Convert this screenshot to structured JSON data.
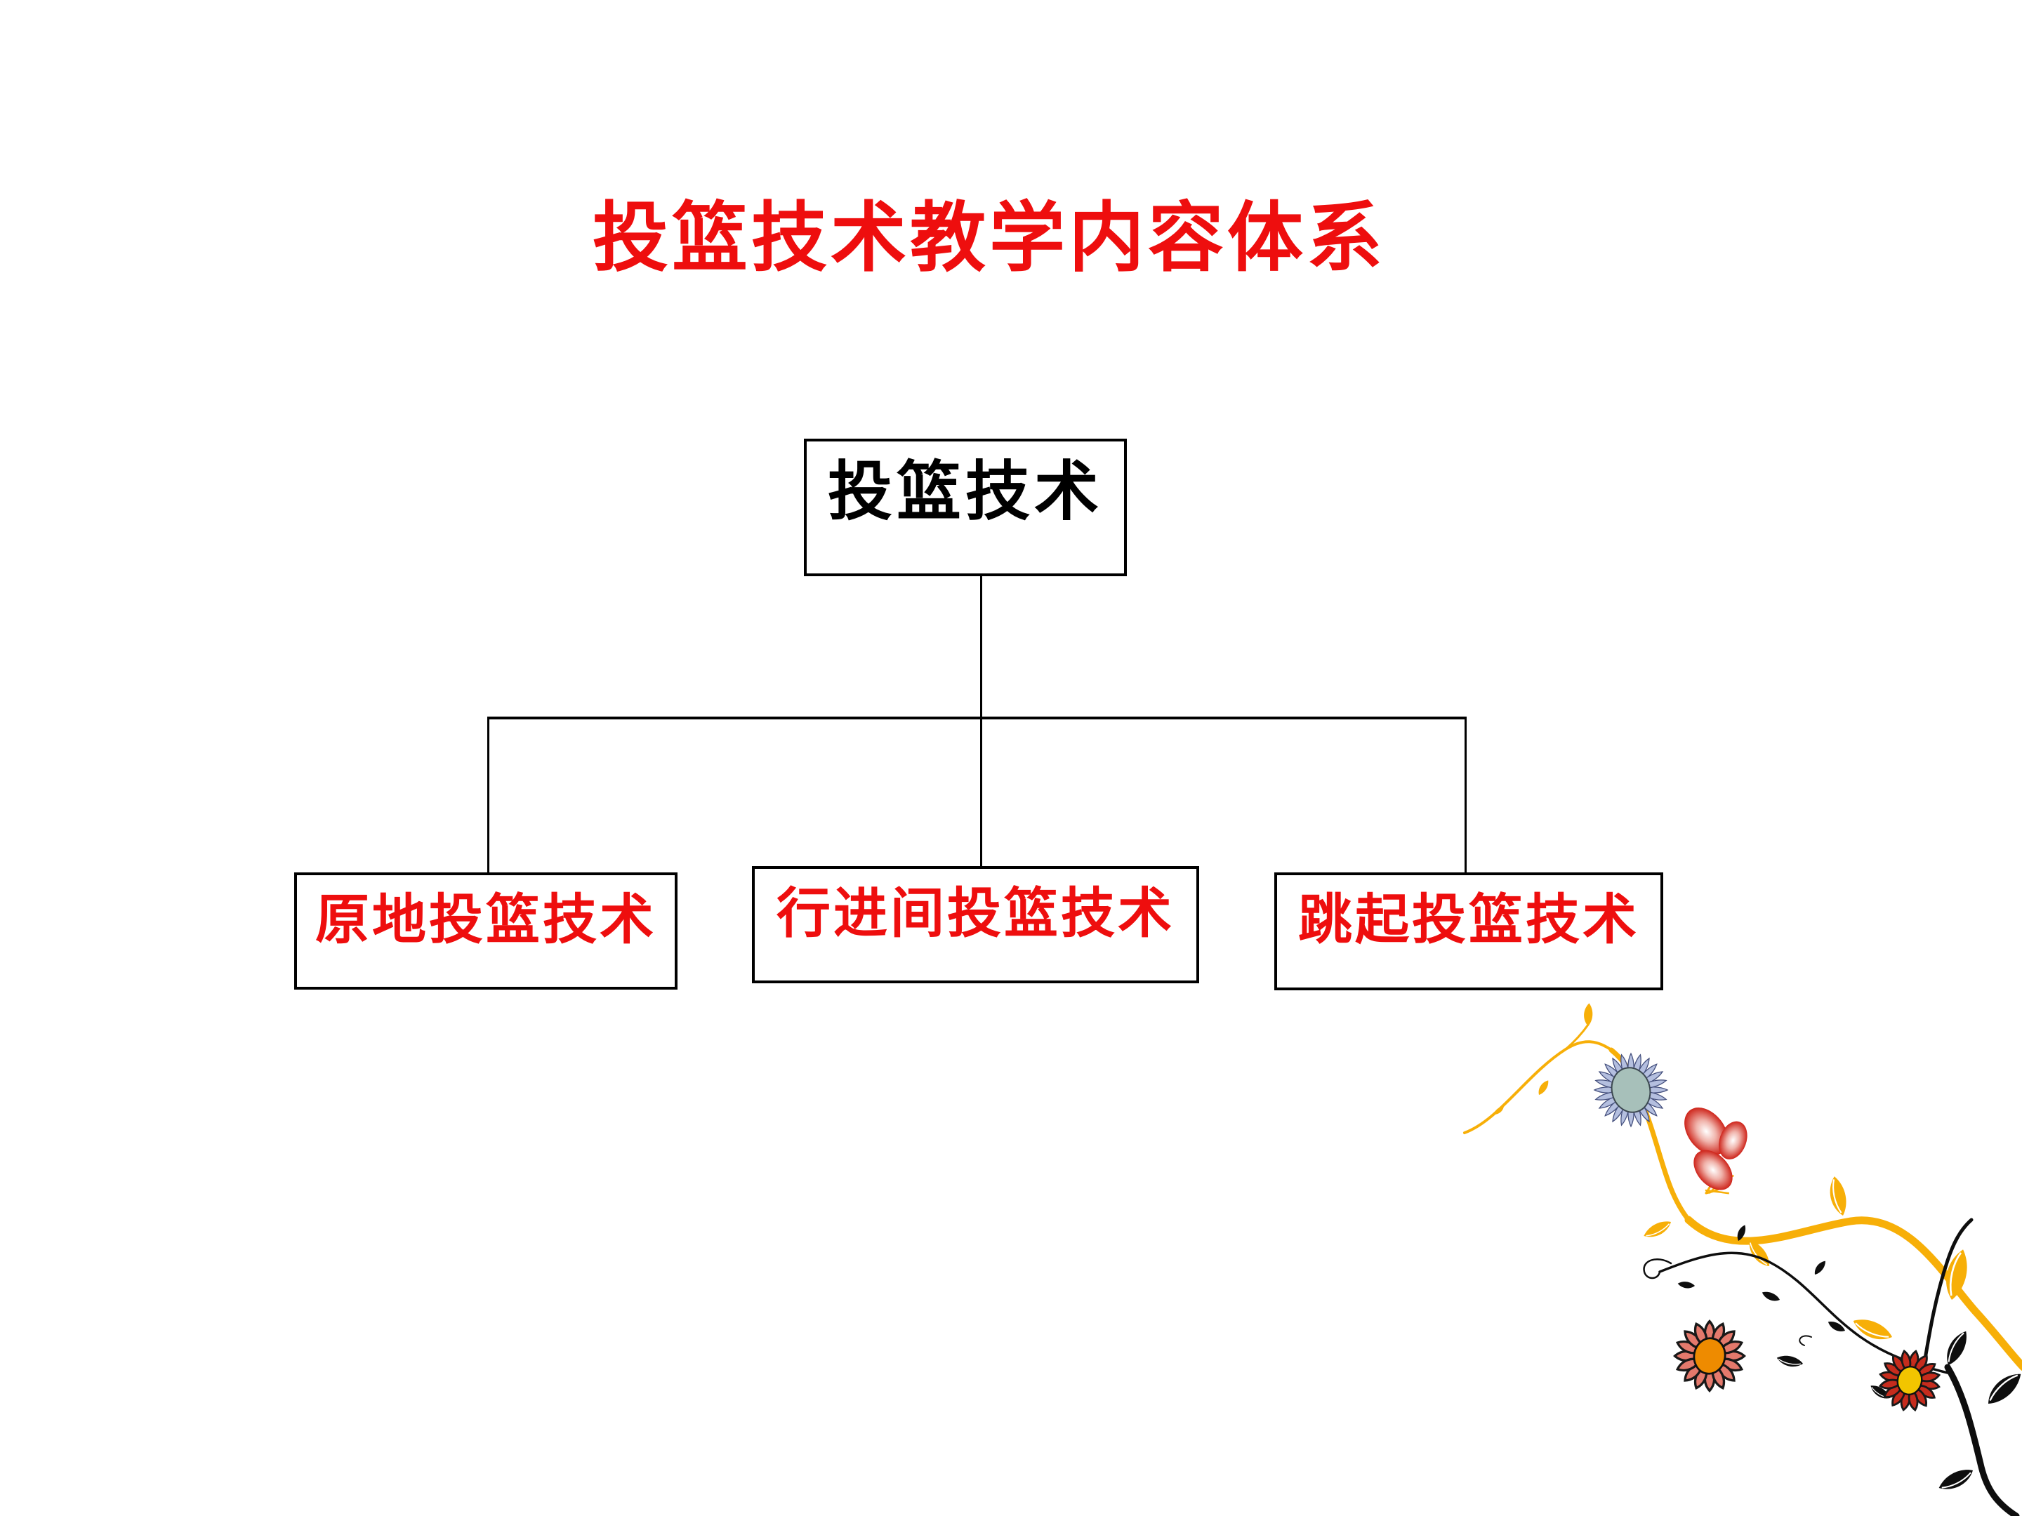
{
  "slide": {
    "title": "投篮技术教学内容体系",
    "colors": {
      "title_red": "#EE0E0E",
      "box_text_red": "#EE0E0E",
      "root_text_black": "#000000",
      "line_black": "#000000",
      "background": "#FFFFFF"
    }
  },
  "diagram": {
    "root": {
      "label": "投篮技术"
    },
    "children": [
      {
        "label": "原地投篮技术"
      },
      {
        "label": "行进间投篮技术"
      },
      {
        "label": "跳起投篮技术"
      }
    ]
  },
  "decoration": {
    "name": "floral-vine-ornament",
    "colors": {
      "vine_yellow": "#F7AF08",
      "branch_black": "#0E0E0E",
      "daisy_petal": "#B4BFDF",
      "daisy_petal_outline": "#46517E",
      "daisy_center": "#A7C0BA",
      "daisy_center_outline": "#3C4850",
      "gerbera1_petal": "#E4796C",
      "gerbera1_center": "#EE8B00",
      "gerbera2_petal": "#C62C1D",
      "gerbera2_center": "#F2C500",
      "petal_outline_black": "#191919",
      "butterfly_red": "#CE241A",
      "leaf_vein_white": "#FFFFFF"
    }
  }
}
